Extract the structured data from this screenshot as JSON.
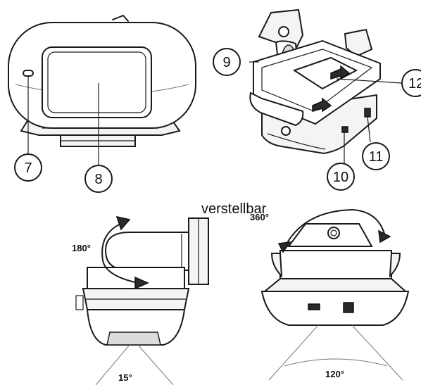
{
  "callouts": {
    "c7": "7",
    "c8": "8",
    "c9": "9",
    "c10": "10",
    "c11": "11",
    "c12": "12"
  },
  "angles": {
    "tilt": "180°",
    "rotate": "360°",
    "vertical": "15°",
    "horizontal": "120°"
  },
  "caption": "verstellbar"
}
